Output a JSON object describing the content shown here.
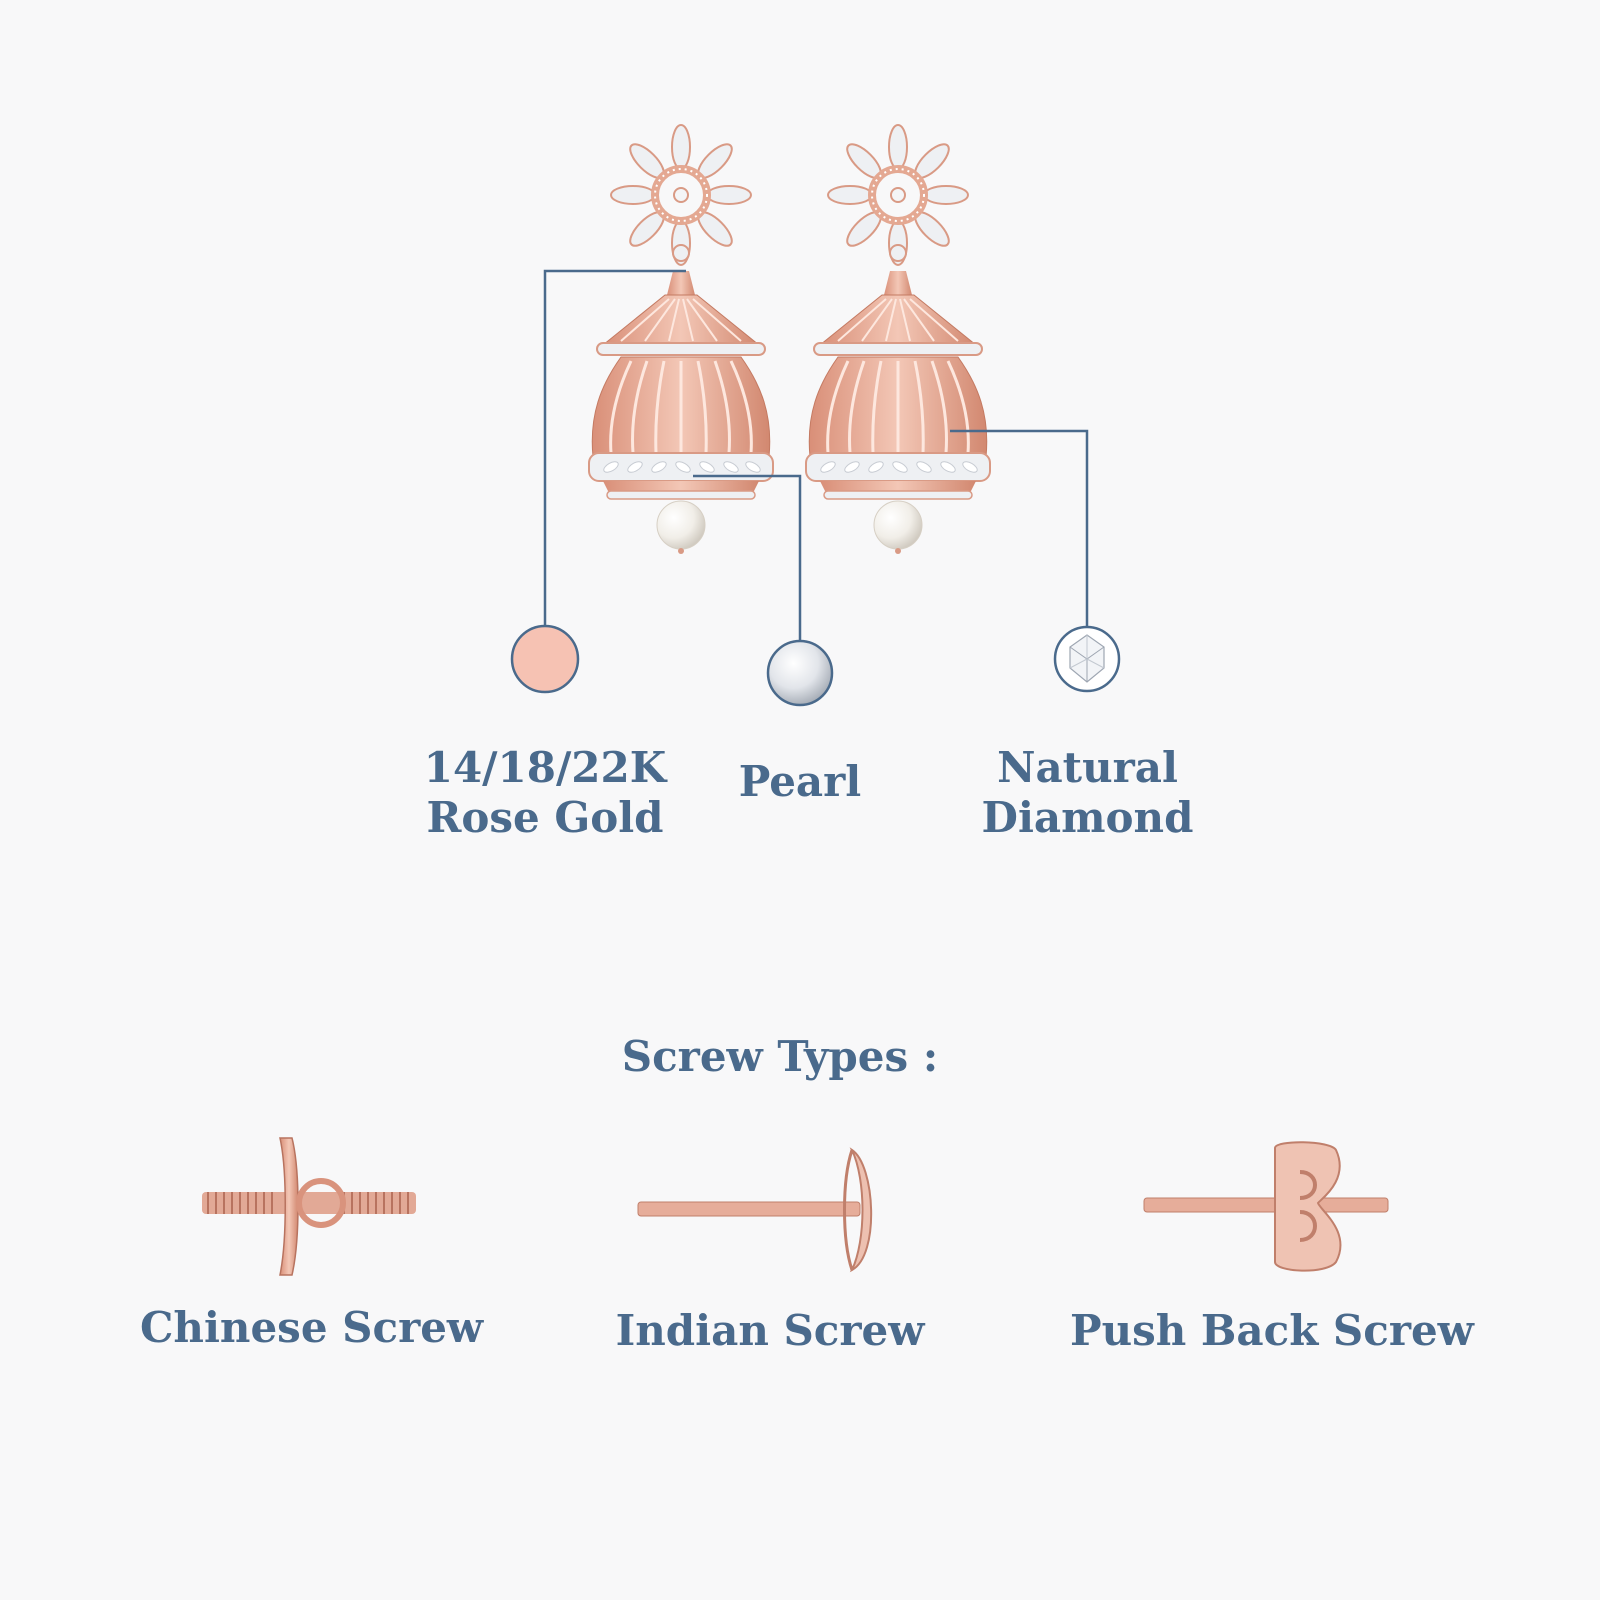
{
  "materials": [
    {
      "lines": [
        "14/18/22K",
        "Rose Gold"
      ],
      "swatch_color": "#f6c2b3",
      "icon": "rose-gold-swatch-icon"
    },
    {
      "lines": [
        "Pearl"
      ],
      "swatch_color": "#e6e8ec",
      "icon": "pearl-swatch-icon"
    },
    {
      "lines": [
        "Natural",
        "Diamond"
      ],
      "swatch_color": "#ffffff",
      "icon": "diamond-swatch-icon"
    }
  ],
  "screw_section": {
    "title": "Screw Types :",
    "types": [
      {
        "label": "Chinese Screw",
        "icon": "chinese-screw-icon"
      },
      {
        "label": "Indian Screw",
        "icon": "indian-screw-icon"
      },
      {
        "label": "Push Back Screw",
        "icon": "push-back-screw-icon"
      }
    ]
  },
  "colors": {
    "text": "#4a6a8c",
    "leader_line": "#4a6a8c",
    "rose_gold": "#e0a08c",
    "background": "#f8f8f9"
  }
}
